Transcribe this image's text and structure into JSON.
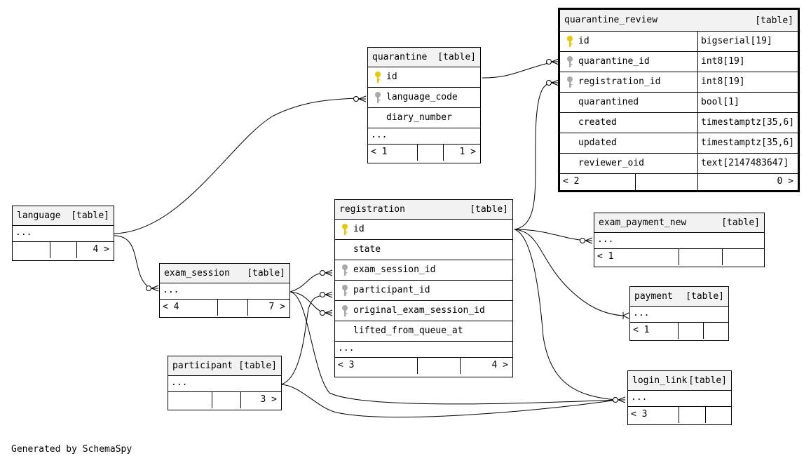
{
  "tables": {
    "quarantine_review": {
      "name": "quarantine_review",
      "tag": "[table]",
      "columns": [
        {
          "name": "id",
          "type": "bigserial[19]",
          "key": "primary"
        },
        {
          "name": "quarantine_id",
          "type": "int8[19]",
          "key": "foreign"
        },
        {
          "name": "registration_id",
          "type": "int8[19]",
          "key": "foreign"
        },
        {
          "name": "quarantined",
          "type": "bool[1]"
        },
        {
          "name": "created",
          "type": "timestamptz[35,6]"
        },
        {
          "name": "updated",
          "type": "timestamptz[35,6]"
        },
        {
          "name": "reviewer_oid",
          "type": "text[2147483647]"
        }
      ],
      "footer_left": "< 2",
      "footer_right": "0 >"
    },
    "quarantine": {
      "name": "quarantine",
      "tag": "[table]",
      "columns": [
        {
          "name": "id",
          "key": "primary"
        },
        {
          "name": "language_code",
          "key": "foreign"
        },
        {
          "name": "diary_number"
        }
      ],
      "more": "...",
      "footer_left": "< 1",
      "footer_right": "1 >"
    },
    "language": {
      "name": "language",
      "tag": "[table]",
      "more": "...",
      "footer_left": "",
      "footer_right": "4 >"
    },
    "exam_session": {
      "name": "exam_session",
      "tag": "[table]",
      "more": "...",
      "footer_left": "< 4",
      "footer_right": "7 >"
    },
    "registration": {
      "name": "registration",
      "tag": "[table]",
      "columns": [
        {
          "name": "id",
          "key": "primary"
        },
        {
          "name": "state"
        },
        {
          "name": "exam_session_id",
          "key": "foreign"
        },
        {
          "name": "participant_id",
          "key": "foreign"
        },
        {
          "name": "original_exam_session_id",
          "key": "foreign"
        },
        {
          "name": "lifted_from_queue_at"
        }
      ],
      "more": "...",
      "footer_left": "< 3",
      "footer_right": "4 >"
    },
    "participant": {
      "name": "participant",
      "tag": "[table]",
      "more": "...",
      "footer_left": "",
      "footer_right": "3 >"
    },
    "exam_payment_new": {
      "name": "exam_payment_new",
      "tag": "[table]",
      "more": "...",
      "footer_left": "< 1",
      "footer_right": ""
    },
    "payment": {
      "name": "payment",
      "tag": "[table]",
      "more": "...",
      "footer_left": "< 1",
      "footer_right": ""
    },
    "login_link": {
      "name": "login_link",
      "tag": "[table]",
      "more": "...",
      "footer_left": "< 3",
      "footer_right": ""
    }
  },
  "credit": "Generated by SchemaSpy",
  "colors": {
    "primary_key": "#e8c800",
    "foreign_key": "#a8a8a8",
    "header_bg": "#f2f2f2"
  }
}
